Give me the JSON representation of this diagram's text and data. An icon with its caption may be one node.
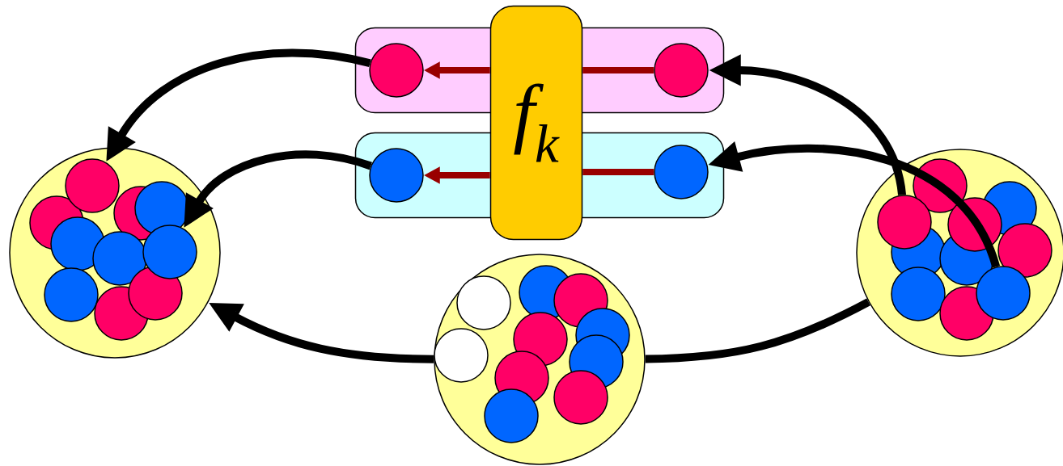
{
  "diagram": {
    "nodes": [
      {
        "text": [],
        "shape": "box"
      },
      {
        "text": [],
        "shape": "circle",
        "in": 0
      },
      {
        "text": [],
        "shape": "circle",
        "in": 0
      },
      {
        "text": [
          "f$_{k}$"
        ]
      },
      {
        "text": [],
        "shape": "box"
      },
      {
        "text": [],
        "shape": "circle",
        "in": 4
      },
      {
        "text": [],
        "shape": "circle",
        "in": 4
      },
      {
        "text": [],
        "shape": "circle"
      },
      {
        "text": [],
        "shape": "circle",
        "in": 7
      },
      {
        "text": [],
        "shape": "circle",
        "in": 7
      },
      {
        "text": [],
        "shape": "circle"
      },
      {
        "text": [],
        "shape": "circle"
      },
      {
        "text": [],
        "shape": "circle",
        "in": 11
      },
      {
        "text": [],
        "shape": "circle",
        "in": 11
      }
    ],
    "edges": [
      {
        "from": 12,
        "to": 2,
        "arrow": "to"
      },
      {
        "from": 13,
        "to": 6,
        "arrow": "to"
      },
      {
        "from": 2,
        "to": 3,
        "arrow": "none",
        "color": "#990000"
      },
      {
        "from": 3,
        "to": 1,
        "arrow": "to",
        "color": "#990000"
      },
      {
        "from": 6,
        "to": 3,
        "arrow": "none",
        "color": "#990000"
      },
      {
        "from": 3,
        "to": 5,
        "arrow": "to",
        "color": "#990000"
      },
      {
        "from": 1,
        "to": 8,
        "arrow": "to"
      },
      {
        "from": 5,
        "to": 9,
        "arrow": "to"
      },
      {
        "from": 11,
        "to": 10,
        "arrow": "none"
      },
      {
        "from": 10,
        "to": 7,
        "arrow": "to"
      }
    ]
  }
}
